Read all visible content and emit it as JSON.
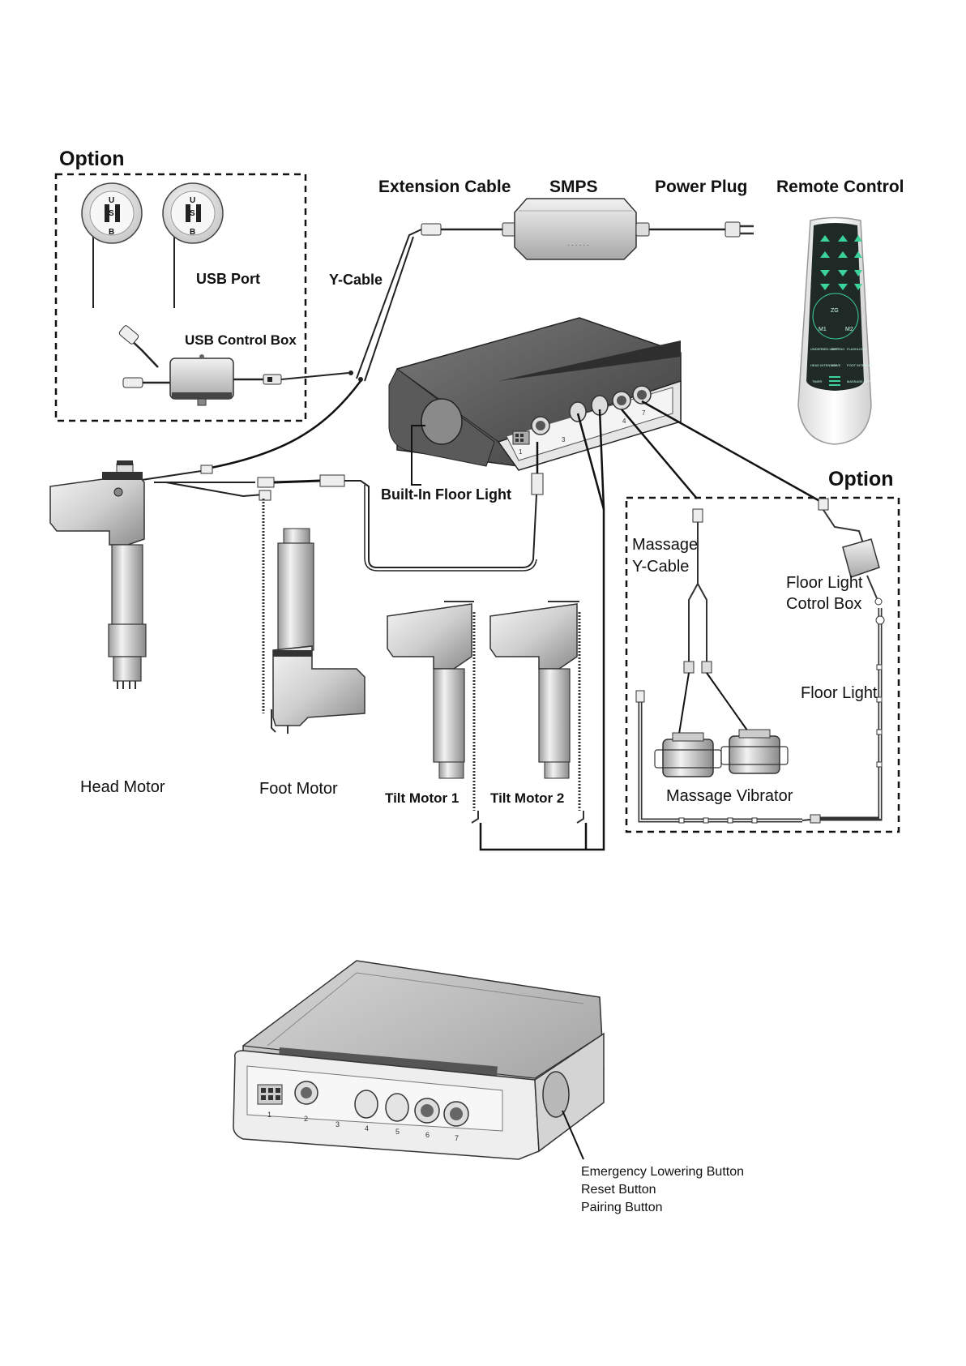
{
  "labels": {
    "option_top": "Option",
    "extension_cable": "Extension Cable",
    "smps": "SMPS",
    "power_plug": "Power Plug",
    "remote_control": "Remote Control",
    "usb_port": "USB Port",
    "y_cable": "Y-Cable",
    "usb_control_box": "USB Control Box",
    "built_in_floor_light": "Built-In Floor Light",
    "option_right": "Option",
    "massage_y_cable_1": "Massage",
    "massage_y_cable_2": "Y-Cable",
    "floor_light_box_1": "Floor Light",
    "floor_light_box_2": "Cotrol Box",
    "floor_light": "Floor Light",
    "massage_vibrator": "Massage Vibrator",
    "head_motor": "Head Motor",
    "foot_motor": "Foot Motor",
    "tilt_motor_1": "Tilt Motor 1",
    "tilt_motor_2": "Tilt Motor 2",
    "emergency_lowering": "Emergency Lowering Button",
    "reset_button": "Reset Button",
    "pairing_button": "Pairing Button"
  },
  "usb_letters": [
    "U",
    "S",
    "B"
  ],
  "remote": {
    "zg": "ZG",
    "m1": "M1",
    "m2": "M2",
    "row_a": [
      "UNDERBED LIGHT",
      "SETTING",
      "FLASHLIGHT"
    ],
    "row_b": [
      "HEAD INTENSITY",
      "WAVE",
      "FOOT INTENSITY"
    ],
    "row_c": [
      "TIMER",
      "",
      "MASSAGE OFF"
    ]
  },
  "ports": [
    "1",
    "2",
    "3",
    "4",
    "5",
    "6",
    "7"
  ],
  "colors": {
    "line": "#111111",
    "metal_light": "#e6e6e6",
    "metal_mid": "#b5b5b5",
    "metal_dark": "#6f6f6f",
    "box_dark": "#4a4a4a",
    "remote_face": "#1f2a26",
    "remote_button": "#3bd39a"
  }
}
